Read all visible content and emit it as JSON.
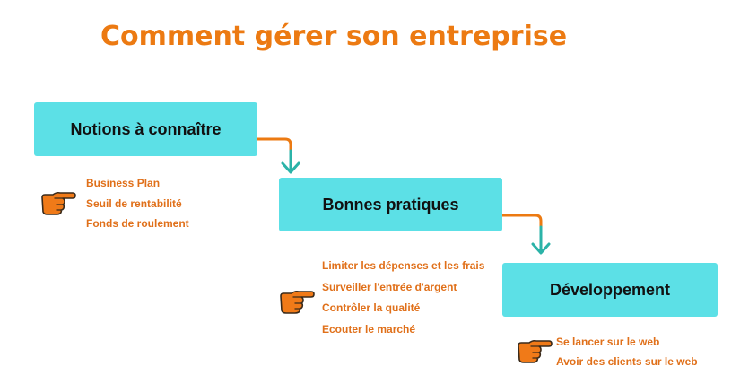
{
  "title": "Comment gérer son entreprise",
  "colors": {
    "title": "#ec7a12",
    "box_fill": "#5ce0e6",
    "box_text": "#111111",
    "item_text": "#e0701a",
    "connector_orange": "#ec7a12",
    "connector_teal": "#2bb3a8",
    "hand_fill": "#f07a18",
    "hand_outline": "#3a2a1a"
  },
  "steps": [
    {
      "label": "Notions à connaître",
      "icon": "pointing-hand-icon",
      "items": [
        "Business Plan",
        "Seuil de rentabilité",
        "Fonds de roulement"
      ]
    },
    {
      "label": "Bonnes pratiques",
      "icon": "pointing-hand-icon",
      "items": [
        "Limiter les dépenses et les frais",
        "Surveiller l'entrée d'argent",
        "Contrôler la qualité",
        "Ecouter le marché"
      ]
    },
    {
      "label": "Développement",
      "icon": "pointing-hand-icon",
      "items": [
        "Se lancer sur le web",
        "Avoir des clients sur le web"
      ]
    }
  ]
}
